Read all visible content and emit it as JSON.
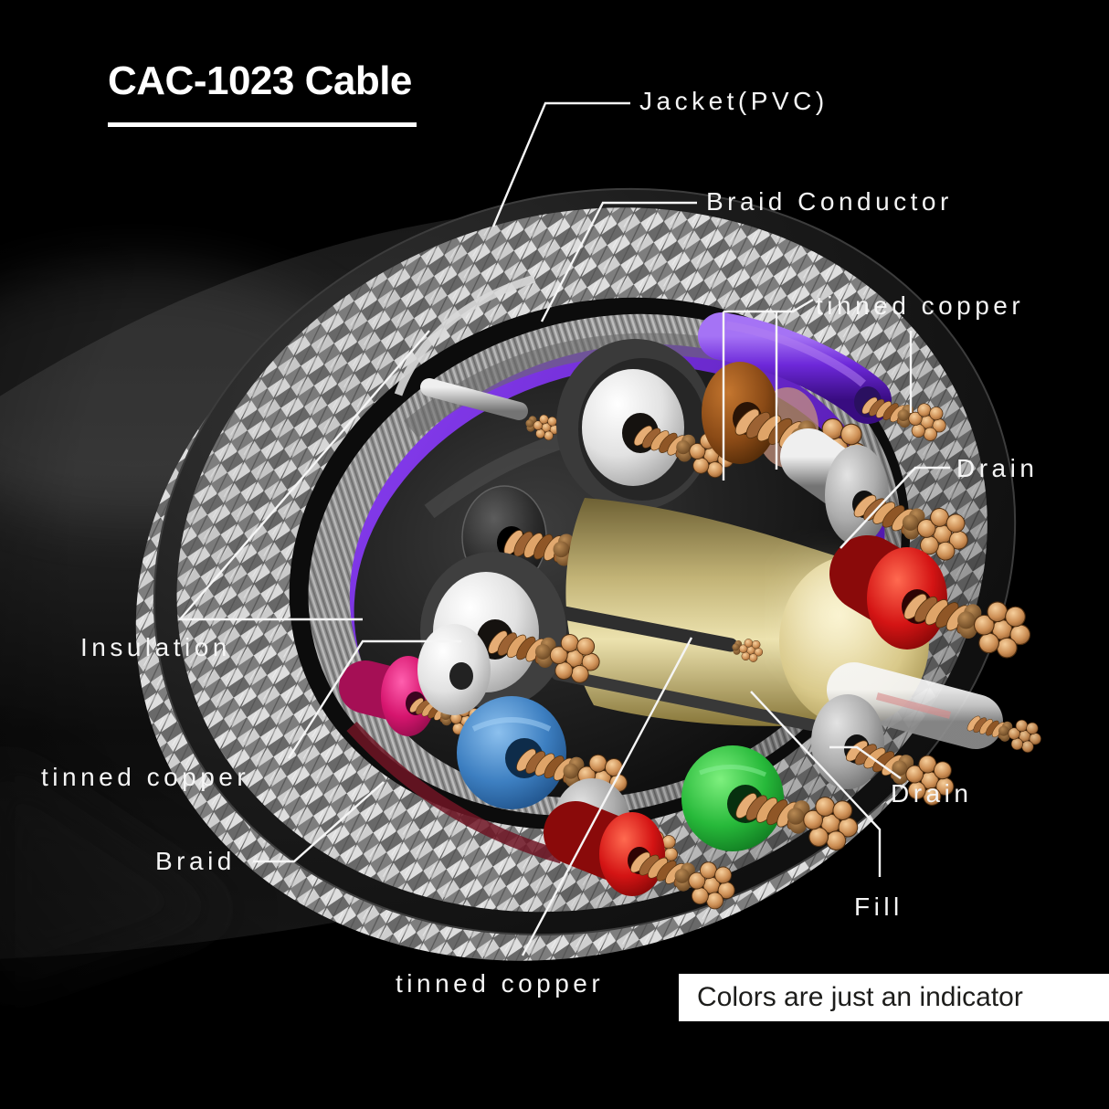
{
  "title": {
    "text": "CAC-1023 Cable",
    "underline_color": "#ffffff"
  },
  "labels": {
    "jacket": "Jacket(PVC)",
    "braid_conductor": "Braid Conductor",
    "tinned_copper_top": "tinned copper",
    "drain_right": "Drain",
    "insulation": "Insulation",
    "tinned_copper_left": "tinned copper",
    "braid": "Braid",
    "fill": "Fill",
    "tinned_copper_bottom": "tinned copper",
    "drain_bottom": "Drain"
  },
  "banner": {
    "text": "Colors are just an indicator",
    "background": "#ffffff",
    "text_color": "#1d1d1b"
  },
  "diagram": {
    "type": "cable-cutaway-illustration",
    "subject": "CAC-1023 cable cross-section",
    "parts": [
      "Jacket(PVC)",
      "Braid Conductor",
      "tinned copper",
      "Drain",
      "Insulation",
      "Braid",
      "Fill"
    ],
    "colors": {
      "background": "#000000",
      "label_text": "#f5f5f5",
      "leader_line": "#f5f5f5",
      "jacket": "#1c1c1c",
      "braid_silver": "#c8c8c8",
      "braid_conductor_gray": "#9b9b9b",
      "inner_sheath_purple": "#6d28d9",
      "fill_yellow": "#d9c98a",
      "copper": "#cd8f55",
      "wire_white": "#f2f2f2",
      "wire_brown": "#8a4a16",
      "wire_blue": "#3d7fc1",
      "wire_green": "#27b93a",
      "wire_red": "#d41414",
      "wire_pink": "#d6156e",
      "wire_drain_gray": "#b9b9b9",
      "inner_ring_dark_red": "#701524"
    }
  }
}
